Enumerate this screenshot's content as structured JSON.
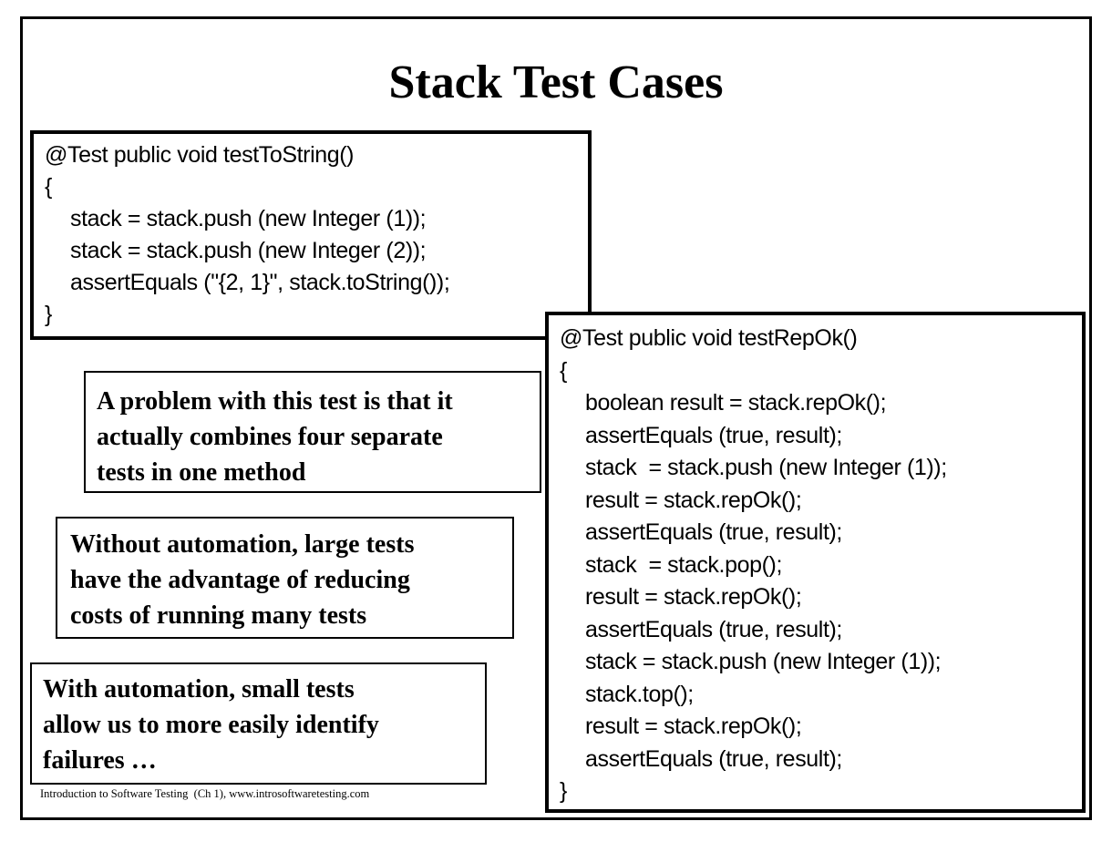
{
  "slide": {
    "title": "Stack Test Cases",
    "code_box_1": {
      "lines": [
        "@Test public void testToString()",
        "{",
        "stack = stack.push (new Integer (1));",
        "stack = stack.push (new Integer (2));",
        "assertEquals (\"{2, 1}\", stack.toString());",
        "}"
      ]
    },
    "code_box_2": {
      "lines": [
        "@Test public void testRepOk()",
        "{",
        "boolean result = stack.repOk();",
        "assertEquals (true, result);",
        "stack  = stack.push (new Integer (1));",
        "result = stack.repOk();",
        "assertEquals (true, result);",
        "stack  = stack.pop();",
        "result = stack.repOk();",
        "assertEquals (true, result);",
        "stack = stack.push (new Integer (1));",
        "stack.top();",
        "result = stack.repOk();",
        "assertEquals (true, result);",
        "}"
      ]
    },
    "notes": [
      "A problem with this test is that it\nactually combines four separate\ntests in one method",
      "Without automation, large tests\nhave the advantage of reducing\ncosts of running many tests",
      "With automation, small tests\nallow us to more easily identify\nfailures …"
    ],
    "footer": "Introduction to Software Testing  (Ch 1), www.introsoftwaretesting.com"
  }
}
